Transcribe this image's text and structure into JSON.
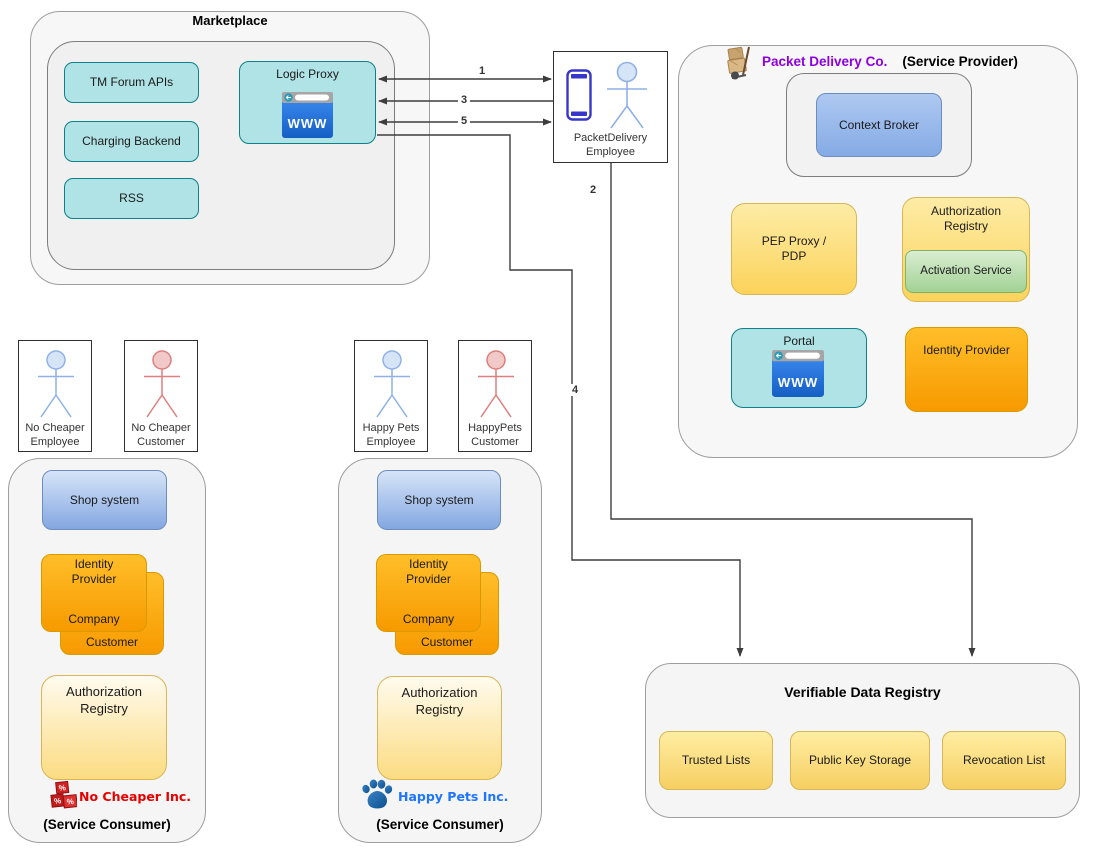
{
  "colors": {
    "line": "#3d3d3d",
    "container-fill": "#f7f7f7",
    "container-stroke": "#9e9e9e",
    "inner-fill": "#f0f0f0",
    "inner-stroke": "#7d7d7d",
    "teal-fill": "#b0e3e6",
    "teal-stroke": "#0e8088",
    "blue-top": "#d6e4f8",
    "blue-bottom": "#83a7e1",
    "blue-stroke": "#6c8ebf",
    "ctx-top": "#aec9f1",
    "ctx-bottom": "#85aae5",
    "yellow-top": "#fdeca6",
    "yellow-bottom": "#fcd35b",
    "yellow-stroke": "#d6b656",
    "cream-top": "#fffbee",
    "cream-bottom": "#fbdc81",
    "green-top": "#d9edd2",
    "green-bottom": "#a2d294",
    "green-stroke": "#82b366",
    "orange-top": "#ffbe29",
    "orange-bottom": "#f79a00",
    "orange-stroke": "#d79b00",
    "vdr-top": "#ffeda2",
    "vdr-bottom": "#f6cf62",
    "purple-title": "#8f00e0",
    "red-logo": "#e60000",
    "blue-logo": "#1f75fe",
    "figure-blue": "#8fb1e5",
    "figure-blue-fill": "#d6e4f7",
    "figure-red": "#dd7f7f",
    "figure-red-fill": "#f2c9c9"
  },
  "marketplace": {
    "title": "Marketplace",
    "items": [
      {
        "label": "TM Forum APIs"
      },
      {
        "label": "Charging Backend"
      },
      {
        "label": "RSS"
      }
    ],
    "logic_proxy": "Logic Proxy",
    "www": "www"
  },
  "connections": {
    "n1": "1",
    "n2": "2",
    "n3": "3",
    "n4": "4",
    "n5": "5"
  },
  "pd_employee": {
    "line1": "PacketDelivery",
    "line2": "Employee"
  },
  "service_provider": {
    "name": "Packet Delivery Co.",
    "role": "(Service Provider)",
    "context_broker": "Context Broker",
    "pep1": "PEP Proxy /",
    "pep2": "PDP",
    "auth1": "Authorization",
    "auth2": "Registry",
    "activation": "Activation Service",
    "portal": "Portal",
    "www": "www",
    "idp": "Identity Provider"
  },
  "no_cheaper": {
    "employee1": "No Cheaper",
    "employee2": "Employee",
    "customer1": "No Cheaper",
    "customer2": "Customer",
    "shop": "Shop system",
    "idp1": "Identity",
    "idp2": "Provider",
    "company": "Company",
    "customer_box": "Customer",
    "auth1": "Authorization",
    "auth2": "Registry",
    "logo": "No Cheaper Inc.",
    "role": "(Service Consumer)"
  },
  "happy_pets": {
    "employee1": "Happy Pets",
    "employee2": "Employee",
    "customer1": "HappyPets",
    "customer2": "Customer",
    "shop": "Shop system",
    "idp1": "Identity",
    "idp2": "Provider",
    "company": "Company",
    "customer_box": "Customer",
    "auth1": "Authorization",
    "auth2": "Registry",
    "logo": "Happy Pets Inc.",
    "role": "(Service Consumer)"
  },
  "vdr": {
    "title": "Verifiable Data Registry",
    "items": [
      {
        "label": "Trusted Lists"
      },
      {
        "label": "Public Key Storage"
      },
      {
        "label": "Revocation List"
      }
    ]
  }
}
